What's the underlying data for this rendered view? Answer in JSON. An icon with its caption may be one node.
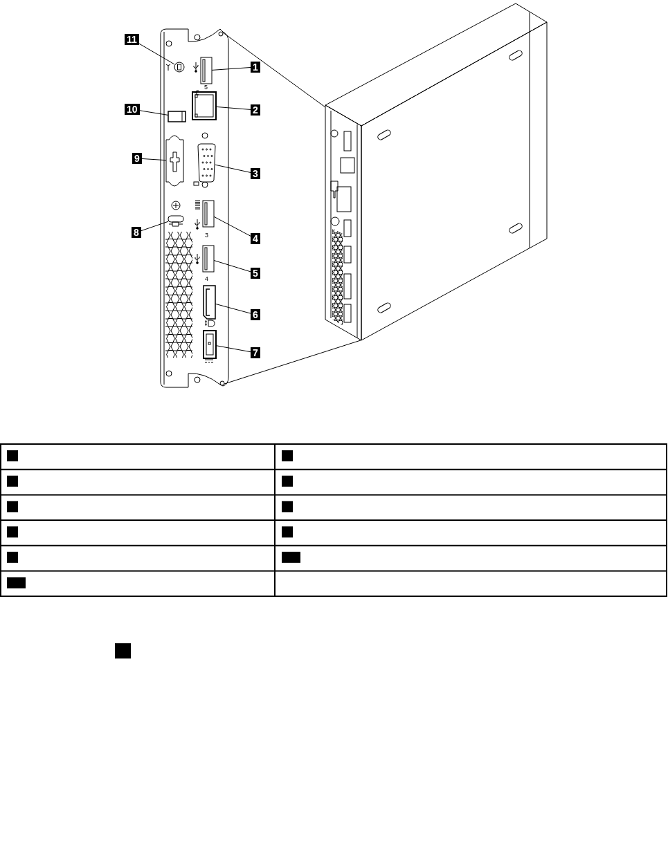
{
  "diagram": {
    "nodes": [
      {
        "text": [
          "1"
        ]
      },
      {
        "text": [
          "2"
        ]
      },
      {
        "text": [
          "3"
        ]
      },
      {
        "text": [
          "4"
        ]
      },
      {
        "text": [
          "5"
        ]
      },
      {
        "text": [
          "6"
        ]
      },
      {
        "text": [
          "7"
        ]
      },
      {
        "text": [
          "8"
        ]
      },
      {
        "text": [
          "9"
        ]
      },
      {
        "text": [
          "10"
        ]
      },
      {
        "text": [
          "11"
        ]
      },
      {
        "text": [],
        "shape": "box"
      },
      {
        "text": [],
        "shape": "box"
      },
      {
        "text": [],
        "shape": "box"
      },
      {
        "text": [],
        "shape": "box"
      },
      {
        "text": [],
        "shape": "box"
      },
      {
        "text": [],
        "shape": "box"
      },
      {
        "text": [],
        "shape": "box"
      },
      {
        "text": [],
        "shape": "box"
      },
      {
        "text": [],
        "shape": "box"
      },
      {
        "text": [],
        "shape": "box"
      },
      {
        "text": [],
        "shape": "circle"
      }
    ],
    "edges": [
      {
        "from": 0,
        "to": 11,
        "arrow": "none"
      },
      {
        "from": 1,
        "to": 12,
        "arrow": "none"
      },
      {
        "from": 2,
        "to": 13,
        "arrow": "none"
      },
      {
        "from": 3,
        "to": 14,
        "arrow": "none"
      },
      {
        "from": 4,
        "to": 15,
        "arrow": "none"
      },
      {
        "from": 5,
        "to": 16,
        "arrow": "none"
      },
      {
        "from": 6,
        "to": 17,
        "arrow": "none"
      },
      {
        "from": 7,
        "to": 18,
        "arrow": "none"
      },
      {
        "from": 8,
        "to": 19,
        "arrow": "none"
      },
      {
        "from": 9,
        "to": 20,
        "arrow": "none"
      },
      {
        "from": 10,
        "to": 21,
        "arrow": "none"
      }
    ],
    "labels": [
      "5",
      "3",
      "4"
    ]
  }
}
